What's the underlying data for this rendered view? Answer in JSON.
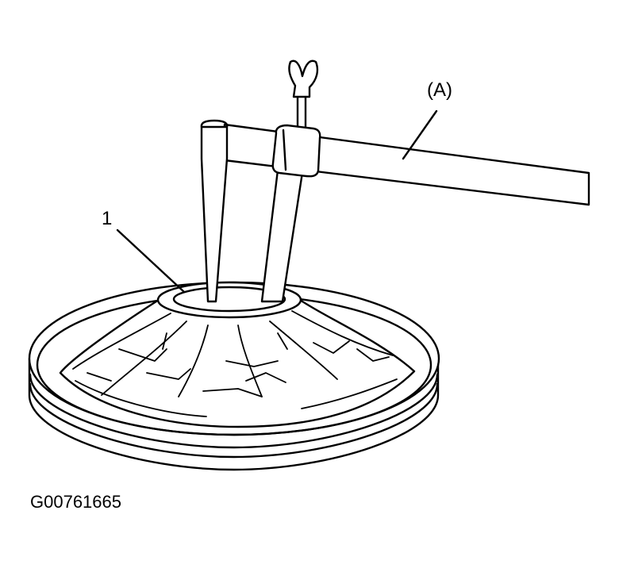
{
  "labels": {
    "tool_label": "(A)",
    "part_label": "1",
    "figure_id": "G00761665"
  }
}
